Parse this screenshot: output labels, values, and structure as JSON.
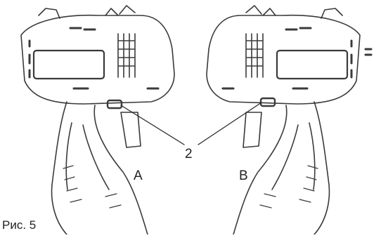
{
  "figure": {
    "caption": "Рис. 5",
    "callout_number": "2",
    "view_left_label": "A",
    "view_right_label": "B",
    "subject": "cordless-drill-housing-outline",
    "ink_color": "#3a3a3a",
    "background_color": "#ffffff"
  }
}
